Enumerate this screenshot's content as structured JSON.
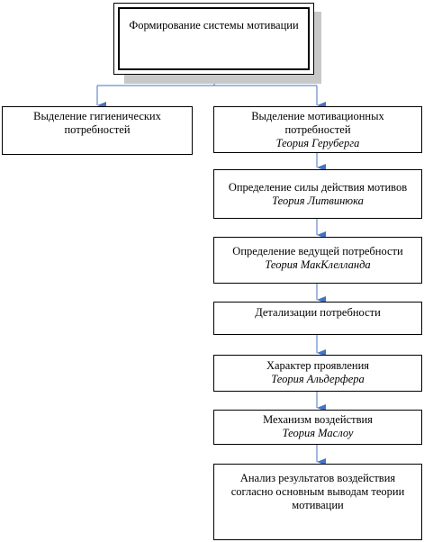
{
  "colors": {
    "arrow": "#4472c4",
    "border": "#000000",
    "shadow": "#c8c8c8"
  },
  "top": {
    "line1": "Формирование системы",
    "line2": "мотивации"
  },
  "left_box": {
    "line1": "Выделение гигиенических",
    "line2": "потребностей"
  },
  "chain": [
    {
      "line1": "Выделение мотивационных",
      "line2": "потребностей",
      "theory": "Теория Геруберга"
    },
    {
      "line1": "Определение силы действия мотивов",
      "theory": "Теория Литвинюка"
    },
    {
      "line1": "Определение ведущей потребности",
      "theory": "Теория МакКлелланда"
    },
    {
      "line1": "Детализации потребности"
    },
    {
      "line1": "Характер проявления",
      "theory": "Теория Альдерфера"
    },
    {
      "line1": "Механизм воздействия",
      "theory": "Теория Маслоу"
    },
    {
      "line1": "Анализ результатов воздействия",
      "line2": "согласно основным выводам теории",
      "line3": "мотивации"
    }
  ]
}
